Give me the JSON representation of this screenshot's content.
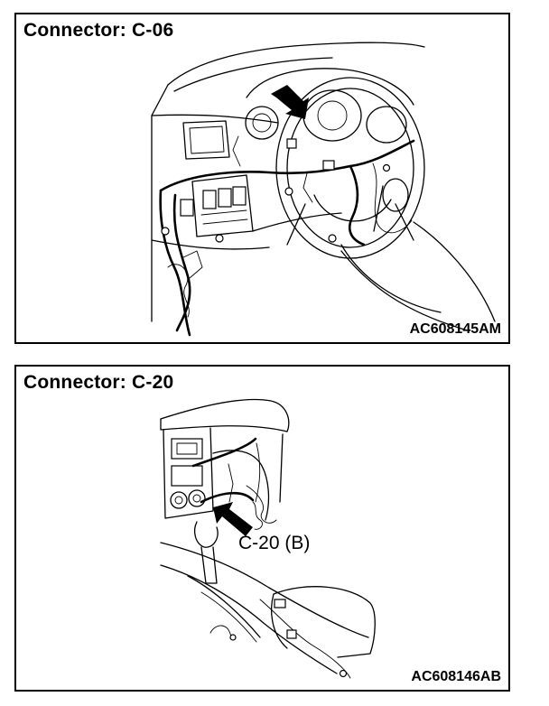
{
  "panels": [
    {
      "title": "Connector: C-06",
      "code": "AC608145AM"
    },
    {
      "title": "Connector: C-20",
      "code": "AC608146AB",
      "callout": "C-20 (B)"
    }
  ],
  "colors": {
    "line": "#000000",
    "background": "#ffffff"
  }
}
